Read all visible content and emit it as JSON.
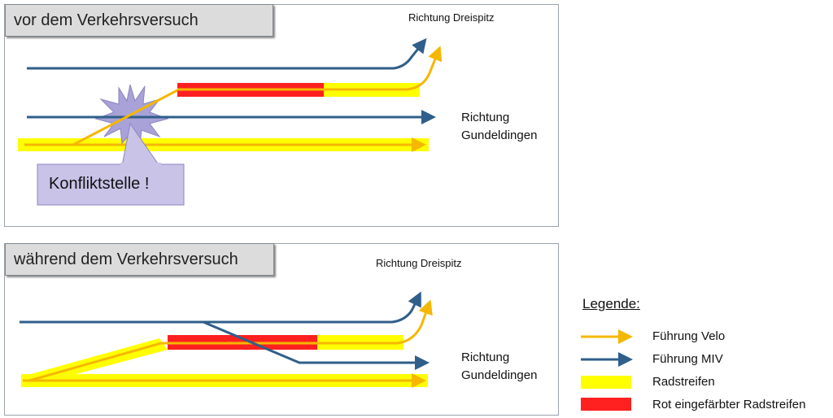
{
  "panels": {
    "before": {
      "title": "vor dem Verkehrsversuch",
      "label_dreispitz": "Richtung  Dreispitz",
      "label_gundeldingen_1": "Richtung",
      "label_gundeldingen_2": "Gundeldingen",
      "conflict_label": "Konfliktstelle !"
    },
    "during": {
      "title": "während dem Verkehrsversuch",
      "label_dreispitz": "Richtung  Dreispitz",
      "label_gundeldingen_1": "Richtung",
      "label_gundeldingen_2": "Gundeldingen"
    }
  },
  "legend": {
    "title": "Legende:",
    "items": [
      {
        "label": "Führung Velo",
        "symbol": "arrow",
        "color": "#f5b700"
      },
      {
        "label": "Führung MIV",
        "symbol": "arrow",
        "color": "#2f5f8a"
      },
      {
        "label": "Radstreifen",
        "symbol": "bar",
        "color": "#ffff00"
      },
      {
        "label": "Rot eingefärbter Radstreifen",
        "symbol": "bar",
        "color": "#ff2020"
      }
    ]
  },
  "colors": {
    "velo": "#f5b700",
    "miv": "#2f5f8a",
    "radstreifen": "#ffff00",
    "rot": "#ff2020",
    "conflict": "#a9a2d8"
  }
}
